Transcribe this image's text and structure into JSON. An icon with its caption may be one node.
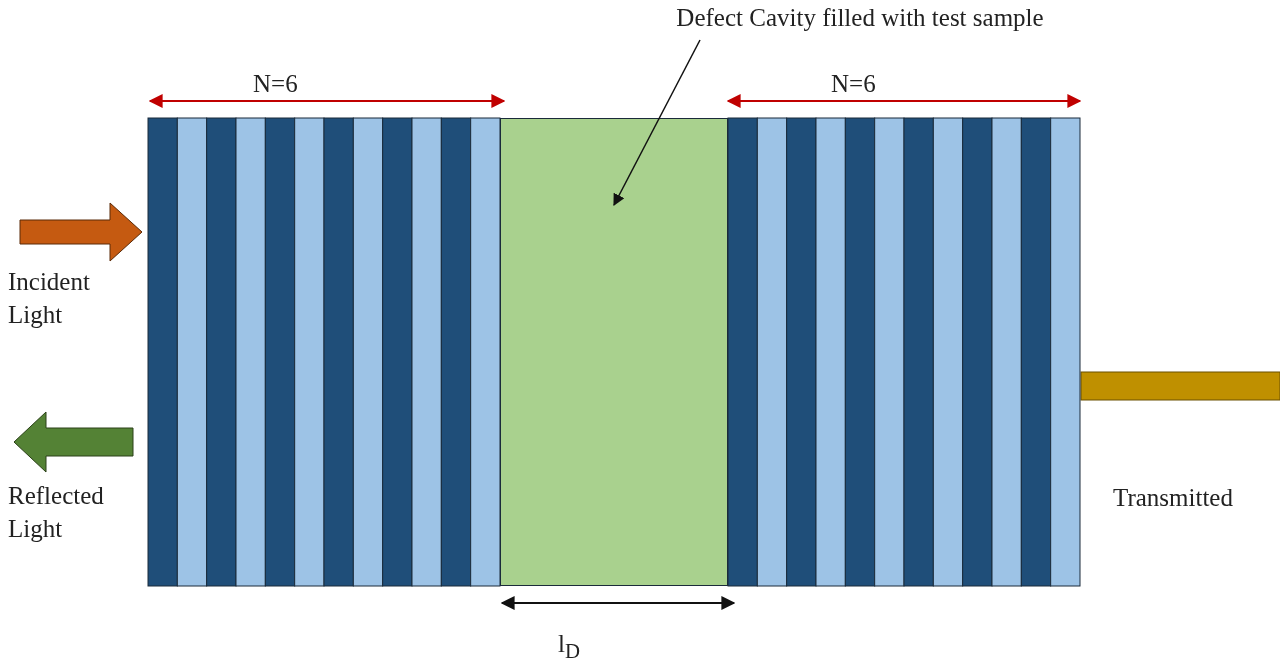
{
  "diagram": {
    "nodes": [
      {
        "text": [
          "Defect Cavity filled with test sample"
        ]
      },
      {
        "text": [],
        "shape": "box"
      }
    ],
    "edges": [
      {
        "from": 0,
        "to": 1,
        "arrow": "to"
      }
    ],
    "labels": [
      "N=6",
      "N=6",
      "Incident Light",
      "Reflected Light",
      "Transmitted",
      "l$_{D}$"
    ]
  }
}
